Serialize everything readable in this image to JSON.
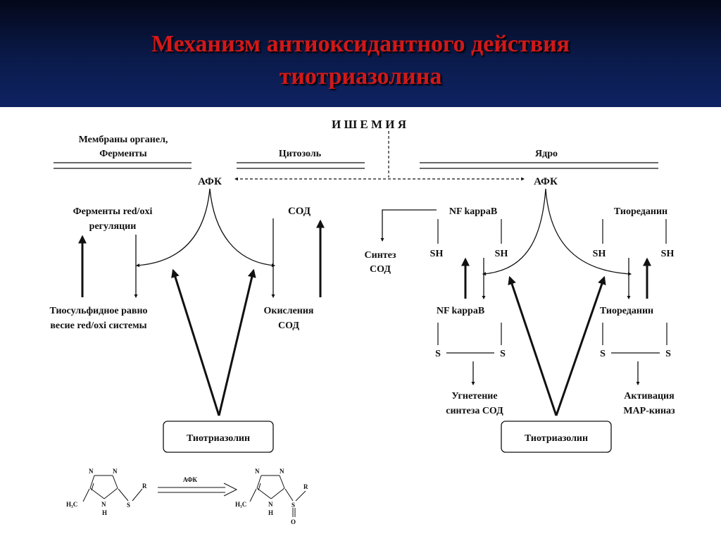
{
  "title": {
    "line1": "Механизм антиоксидантного действия",
    "line2": "тиотриазолина"
  },
  "diagram": {
    "ischemia": "И Ш Е М И Я",
    "membranes_l1": "Мембраны органел,",
    "membranes_l2": "Ферменты",
    "cytosol": "Цитозоль",
    "nucleus": "Ядро",
    "afk": "АФК",
    "enzymes_l1": "Ферменты red/oxi",
    "enzymes_l2": "регуляции",
    "sod": "СОД",
    "thiosulfide_l1": "Тиосульфидное равно",
    "thiosulfide_l2": "весие  red/oxi системы",
    "oxidation_l1": "Окисления",
    "oxidation_l2": "СОД",
    "thiotriazolin": "Тиотриазолин",
    "nfkb": "NF kappaB",
    "synthesis_l1": "Синтез",
    "synthesis_l2": "СОД",
    "sh": "SH",
    "s": "S",
    "thioredanin": "Тиореданин",
    "suppression_l1": "Угнетение",
    "suppression_l2": "синтеза  СОД",
    "activation_l1": "Активация",
    "activation_l2": "МАР-киназ"
  },
  "chemistry": {
    "n": "N",
    "h": "H",
    "r": "R",
    "s": "S",
    "o": "O",
    "ch3": "H₃C",
    "reagent": "АФК"
  }
}
